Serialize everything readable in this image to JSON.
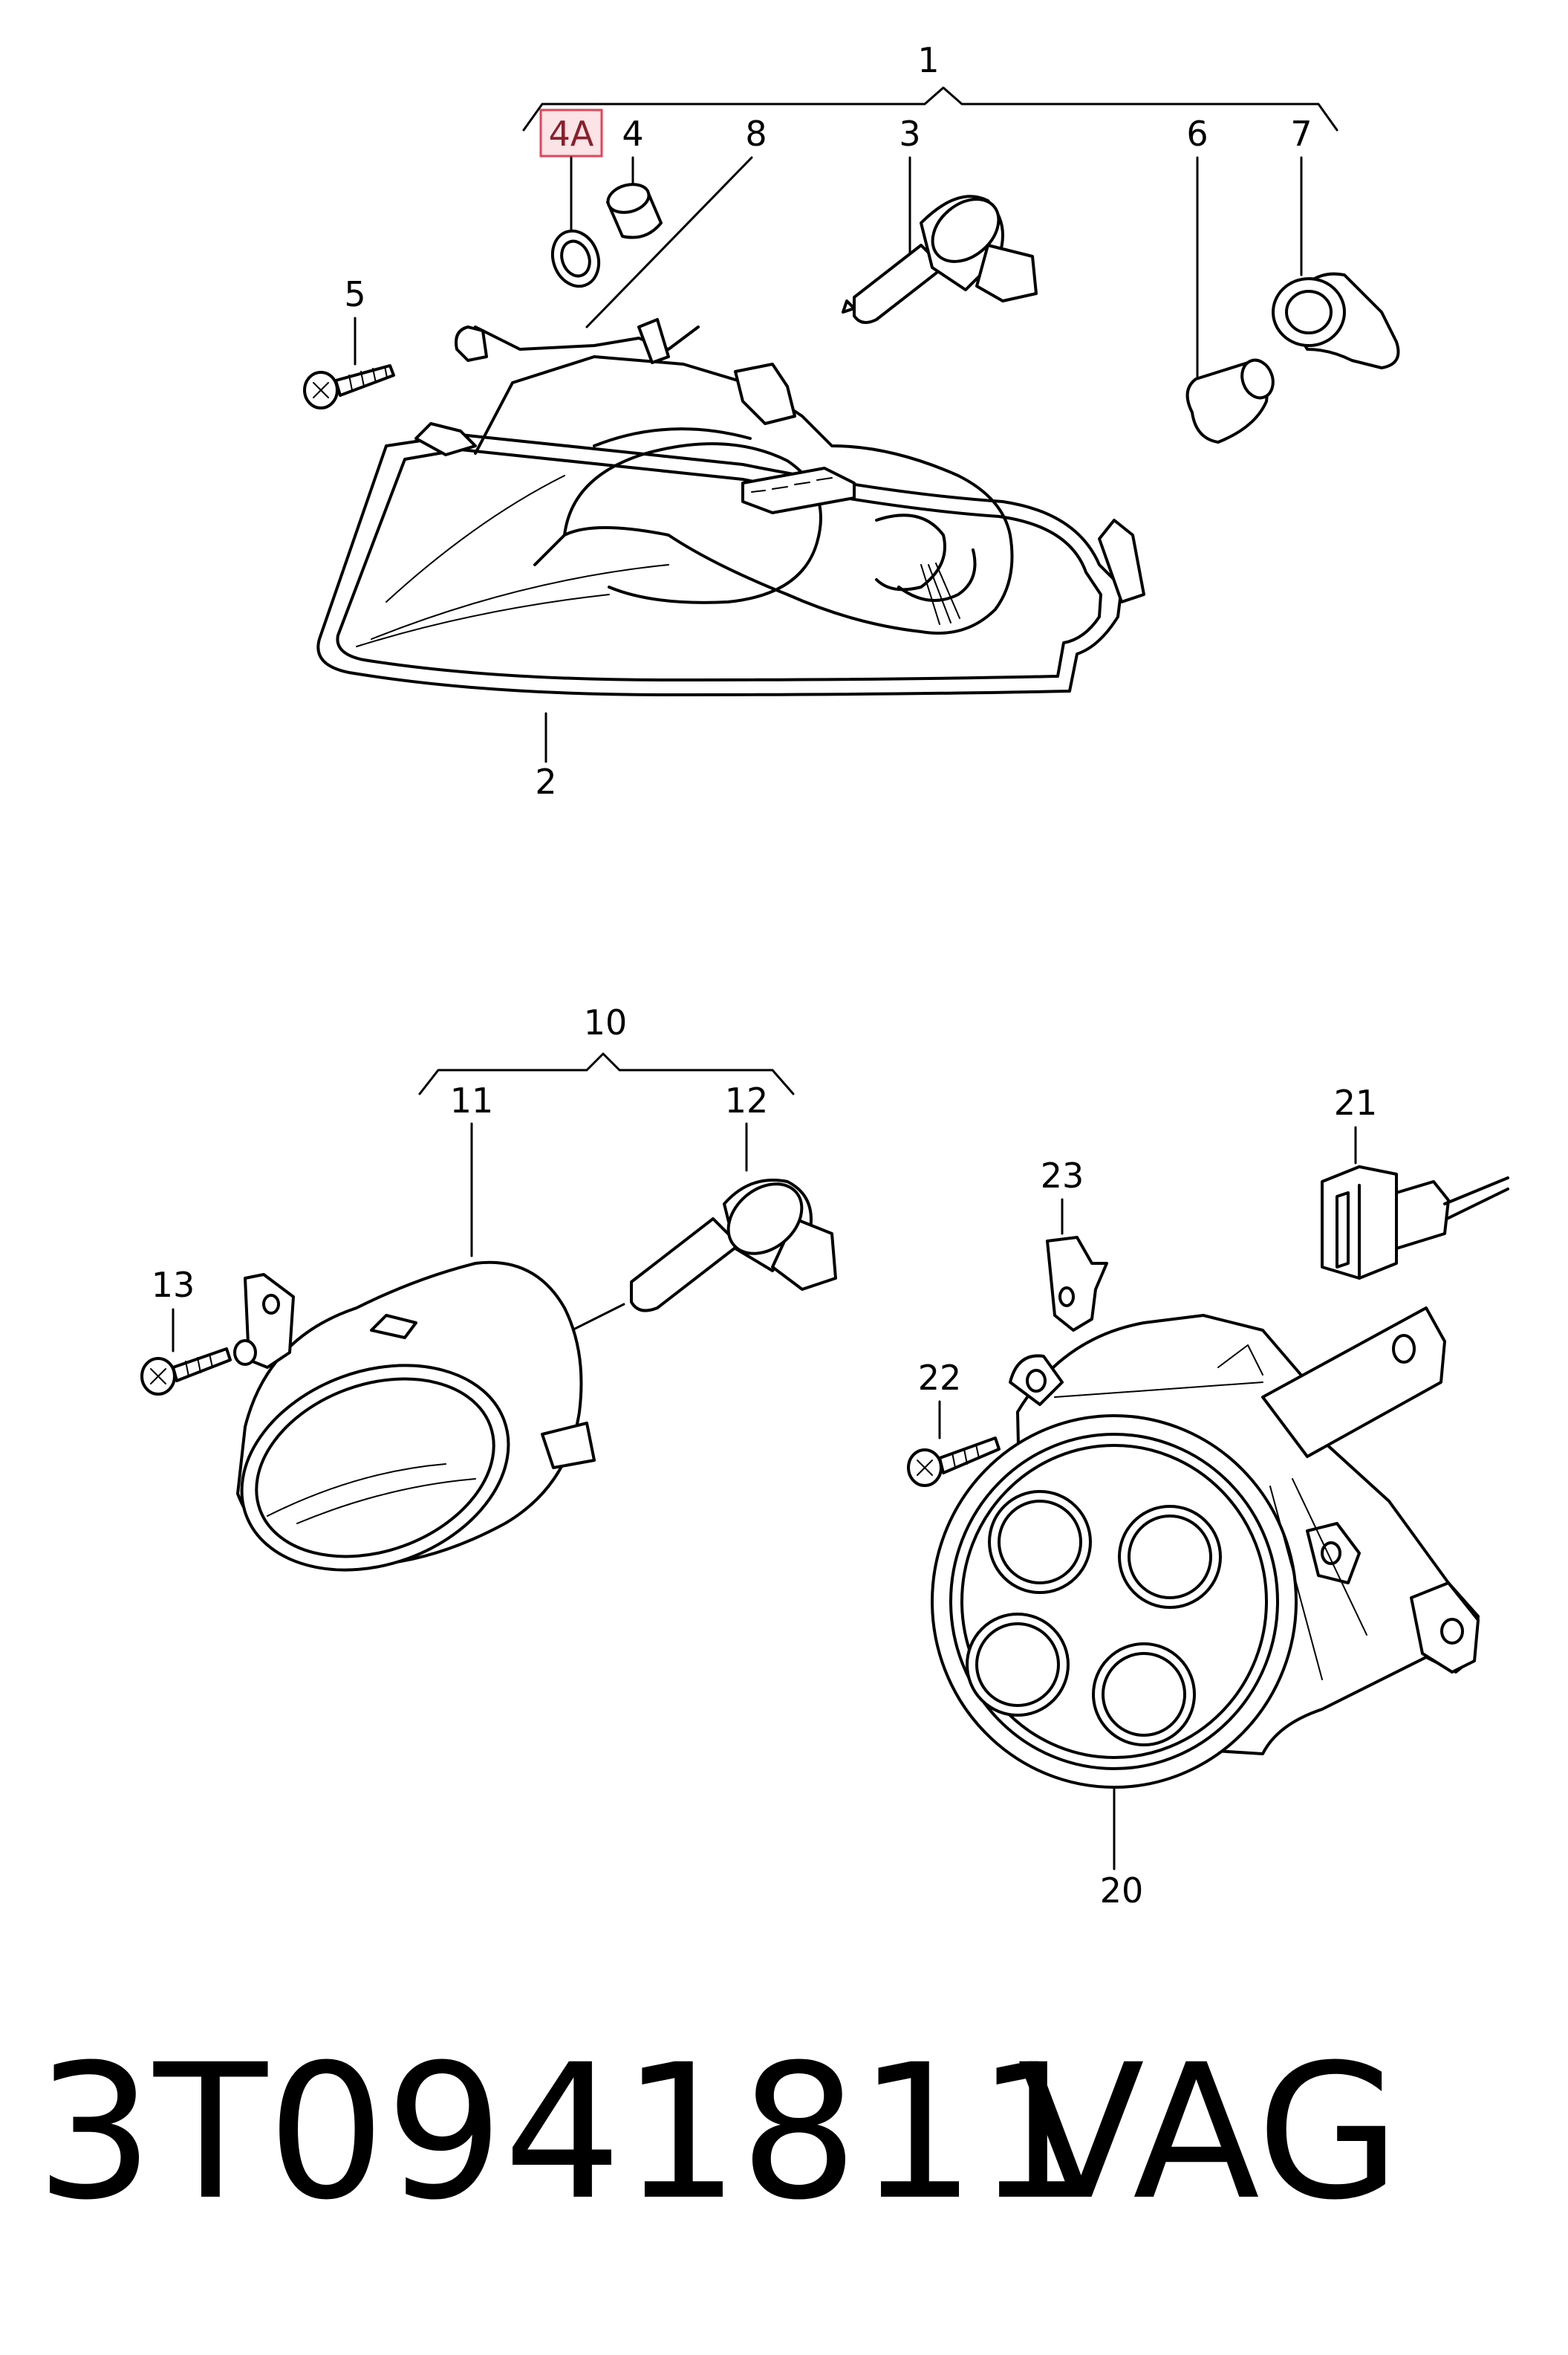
{
  "diagram": {
    "callouts": {
      "c1": "1",
      "c2": "2",
      "c3": "3",
      "c4": "4",
      "c4a": "4A",
      "c5": "5",
      "c6": "6",
      "c7": "7",
      "c8": "8",
      "c10": "10",
      "c11": "11",
      "c12": "12",
      "c13": "13",
      "c20": "20",
      "c21": "21",
      "c22": "22",
      "c23": "23"
    },
    "highlight_color": "#e0465a",
    "highlight_fill": "#fbe3e6"
  },
  "footer": {
    "part_number": "3T0941811",
    "brand": "VAG"
  }
}
